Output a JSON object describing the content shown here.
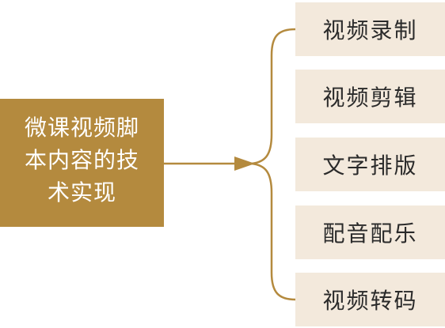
{
  "root": {
    "label": "微课视频脚本内容的技术实现"
  },
  "children": [
    {
      "label": "视频录制"
    },
    {
      "label": "视频剪辑"
    },
    {
      "label": "文字排版"
    },
    {
      "label": "配音配乐"
    },
    {
      "label": "视频转码"
    }
  ],
  "colors": {
    "root_fill": "#b48a3e",
    "leaf_fill": "#f3e9dc",
    "connector": "#b48a3e"
  }
}
